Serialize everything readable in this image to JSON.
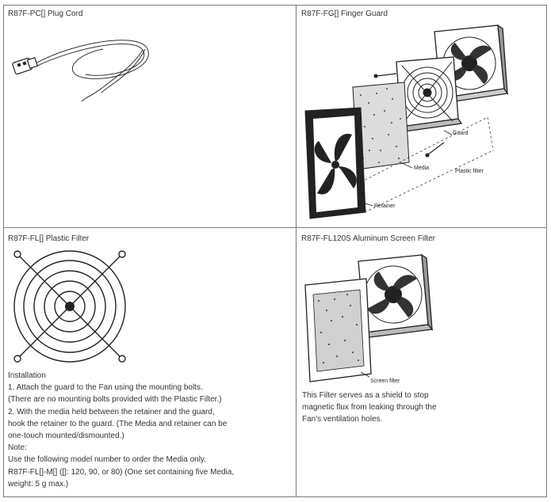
{
  "cells": {
    "plug_cord": {
      "title": "R87F-PC[] Plug Cord"
    },
    "finger_guard": {
      "title": "R87F-FG[] Finger Guard",
      "labels": {
        "guard": "Guard",
        "media": "Media",
        "plastic_filter": "Plastic filter",
        "retainer": "Retainer"
      }
    },
    "plastic_filter": {
      "title": "R87F-FL[] Plastic Filter",
      "lines": [
        "Installation",
        "1. Attach the guard to the Fan using the mounting bolts.",
        "(There are no mounting bolts provided with the Plastic Filter.)",
        "2. With the media held between the retainer and the guard,",
        "hook the retainer to the guard. (The Media and retainer can be",
        "one-touch mounted/dismounted.)",
        "Note:",
        "Use the following model number to order the Media only.",
        "R87F-FL[]-M[] ([]: 120, 90, or 80) (One set containing five Media,",
        "weight: 5 g max.)"
      ]
    },
    "aluminum_filter": {
      "title": "R87F-FL120S Aluminum Screen Filter",
      "label": "Screen filter",
      "lines": [
        "This Filter serves as a shield to stop",
        "magnetic flux from leaking through the",
        "Fan's ventilation holes."
      ]
    }
  }
}
